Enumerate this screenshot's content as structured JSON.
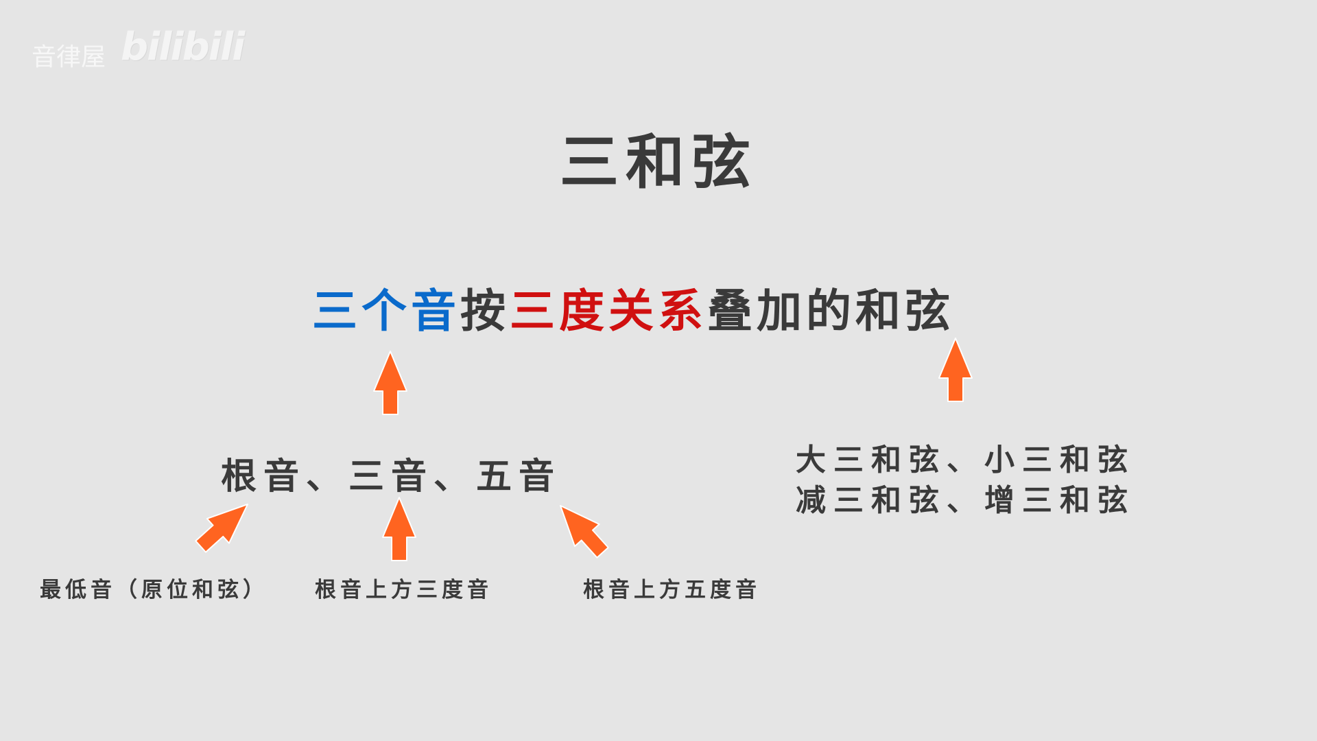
{
  "watermark": {
    "channel": "音律屋",
    "logo": "bilibili"
  },
  "title": "三和弦",
  "definition": {
    "part_blue": "三个音",
    "part_1": "按",
    "part_red": "三度关系",
    "part_2": "叠加的和弦"
  },
  "tones": "根音、三音、五音",
  "chord_types": [
    "大三和弦、小三和弦",
    "减三和弦、增三和弦"
  ],
  "labels": [
    "最低音（原位和弦）",
    "根音上方三度音",
    "根音上方五度音"
  ],
  "colors": {
    "background": "#e5e5e5",
    "text": "#3a3a3a",
    "blue": "#0a6acb",
    "red": "#d01010",
    "arrow": "#ff6420"
  }
}
